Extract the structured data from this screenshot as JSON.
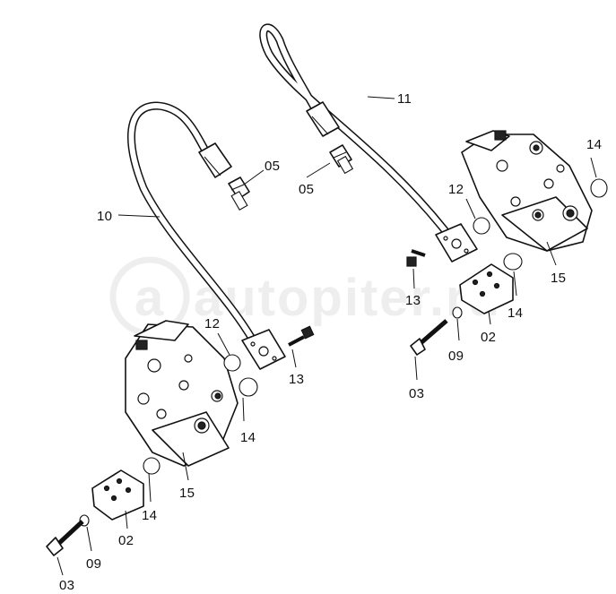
{
  "watermark": {
    "text": "autopiter.ru"
  },
  "labels": {
    "p10": "10",
    "p11": "11",
    "p05_left": "05",
    "p05_right": "05",
    "p12_left": "12",
    "p12_right": "12",
    "p13_left": "13",
    "p13_right": "13",
    "p14_left_upper": "14",
    "p14_left_lower": "14",
    "p14_right_upper": "14",
    "p14_right_lower": "14",
    "p15_left": "15",
    "p15_right": "15",
    "p02_left": "02",
    "p02_right": "02",
    "p09_left": "09",
    "p09_right": "09",
    "p03_left": "03",
    "p03_right": "03"
  },
  "colors": {
    "ink": "#111111",
    "paper": "#ffffff",
    "watermark": "#eeeeee"
  }
}
